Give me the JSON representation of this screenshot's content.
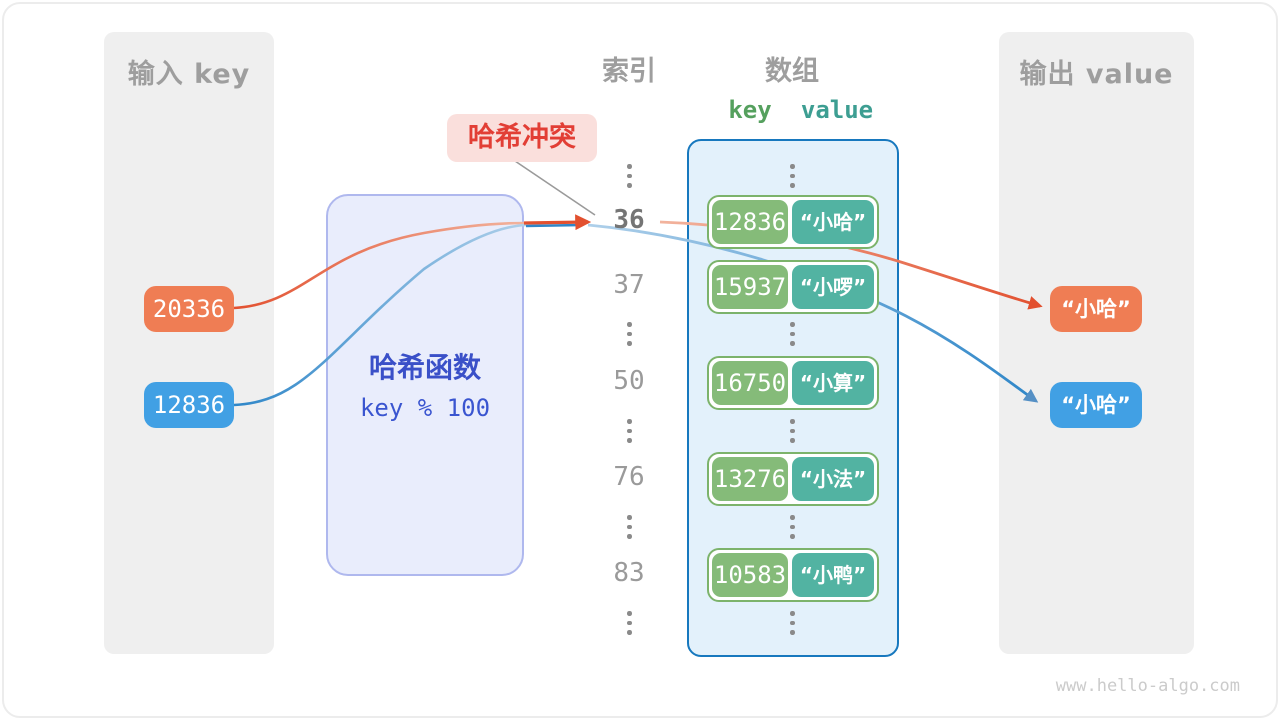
{
  "headers": {
    "input": "输入 key",
    "index": "索引",
    "array": "数组",
    "output": "输出 value"
  },
  "array_columns": {
    "key": "key",
    "value": "value"
  },
  "hash_function": {
    "title": "哈希函数",
    "formula": "key % 100"
  },
  "collision": {
    "label": "哈希冲突"
  },
  "inputs": [
    {
      "key": "20336"
    },
    {
      "key": "12836"
    }
  ],
  "outputs": [
    {
      "value": "“小哈”"
    },
    {
      "value": "“小哈”"
    }
  ],
  "index_column": {
    "items": [
      {
        "label": "36",
        "highlighted": true
      },
      {
        "label": "37",
        "highlighted": false
      },
      {
        "label": "50",
        "highlighted": false
      },
      {
        "label": "76",
        "highlighted": false
      },
      {
        "label": "83",
        "highlighted": false
      }
    ]
  },
  "array": {
    "pairs": [
      {
        "key": "12836",
        "value": "“小哈”"
      },
      {
        "key": "15937",
        "value": "“小啰”"
      },
      {
        "key": "16750",
        "value": "“小算”"
      },
      {
        "key": "13276",
        "value": "“小法”"
      },
      {
        "key": "10583",
        "value": "“小鸭”"
      }
    ]
  },
  "footer": "www.hello-algo.com",
  "colors": {
    "input_orange": "#EF7D54",
    "input_blue": "#41A0E4",
    "key_green": "#85BB79",
    "value_teal": "#52B3A2",
    "pair_border": "#7CB36B",
    "array_fill": "#E3F1FB",
    "array_border": "#1778BE",
    "hash_fill": "#E9EDFC",
    "hash_border": "#AFB8EE",
    "hash_text": "#3A50C8",
    "collision_bg": "#FADFDC",
    "collision_text": "#E23E35",
    "panel_gray": "#EFEFEF",
    "header_gray": "#9E9E9E",
    "arrow_orange": "#E2502F",
    "arrow_blue": "#4E8FC4"
  }
}
